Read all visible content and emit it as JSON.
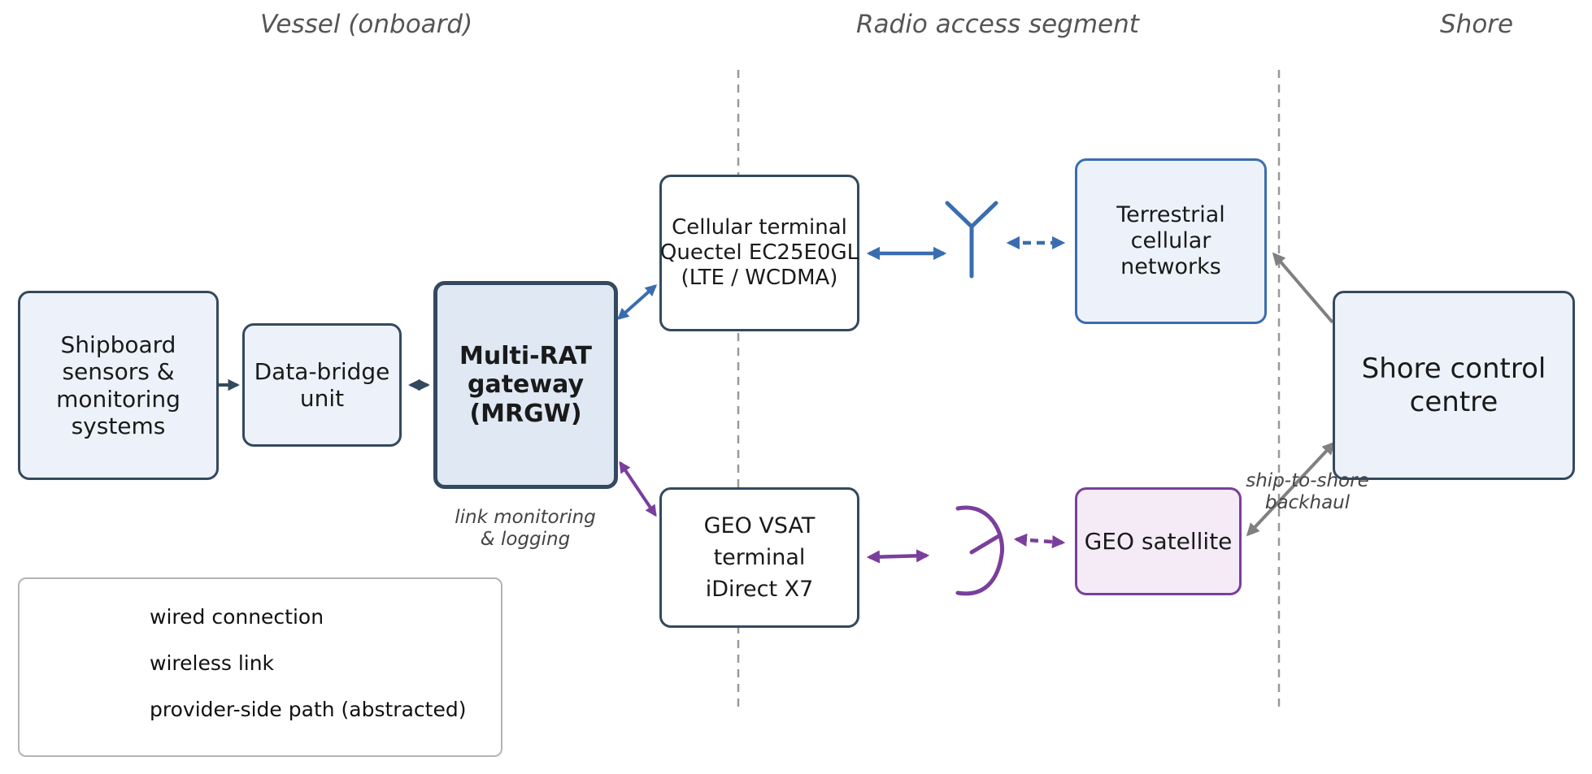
{
  "segments": {
    "vessel": "Vessel (onboard)",
    "radio": "Radio access segment",
    "shore": "Shore"
  },
  "nodes": {
    "sensors": [
      "Shipboard",
      "sensors &",
      "monitoring",
      "systems"
    ],
    "data_bridge": [
      "Data-bridge",
      "unit"
    ],
    "mrgw": [
      "Multi-RAT",
      "gateway",
      "(MRGW)"
    ],
    "cellular_terminal": [
      "Cellular terminal",
      "Quectel EC25E0GL",
      "(LTE / WCDMA)"
    ],
    "vsat_terminal": [
      "GEO VSAT",
      "terminal",
      "iDirect X7"
    ],
    "terrestrial": [
      "Terrestrial",
      "cellular",
      "networks"
    ],
    "geo_satellite": [
      "GEO satellite"
    ],
    "shore_centre": [
      "Shore control",
      "centre"
    ]
  },
  "annotations": {
    "link_monitoring": [
      "link monitoring",
      "& logging"
    ],
    "backhaul": [
      "ship-to-shore",
      "backhaul"
    ]
  },
  "legend": {
    "wired": "wired connection",
    "wireless": "wireless link",
    "provider": "provider-side path (abstracted)"
  },
  "icons": {
    "cellular": "antenna-icon",
    "satellite": "satellite-dish-icon"
  },
  "colors": {
    "wired": "#34495e",
    "cellular": "#3a6db0",
    "satellite": "#7a3f9c",
    "provider": "#808080",
    "divider": "#999999"
  }
}
